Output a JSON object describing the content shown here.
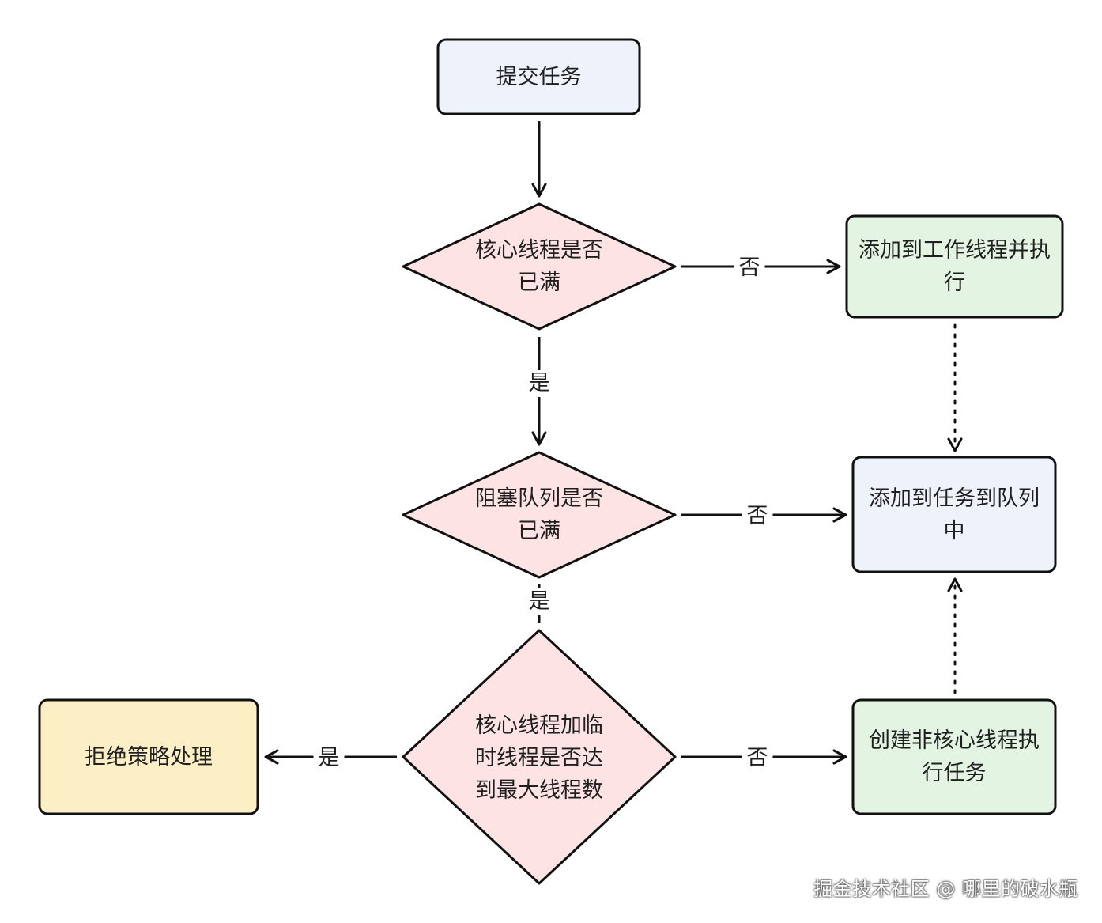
{
  "nodes": {
    "submit": "提交任务",
    "core_full": "核心线程是否\n已满",
    "add_worker": "添加到工作线程并执\n行",
    "queue_full": "阻塞队列是否\n已满",
    "add_queue": "添加到任务到队列\n中",
    "max_reached": "核心线程加临\n时线程是否达\n到最大线程数",
    "create_thread": "创建非核心线程执\n行任务",
    "reject": "拒绝策略处理"
  },
  "edge_labels": {
    "core_no": "否",
    "core_yes": "是",
    "queue_no": "否",
    "queue_yes": "是",
    "max_no": "否",
    "max_yes": "是"
  },
  "colors": {
    "blue_fill": "#eef2fb",
    "green_fill": "#e3f4e3",
    "pink_fill": "#fde3e3",
    "yellow_fill": "#fcefc6",
    "stroke": "#111111"
  },
  "watermark": "掘金技术社区 @ 哪里的破水瓶"
}
